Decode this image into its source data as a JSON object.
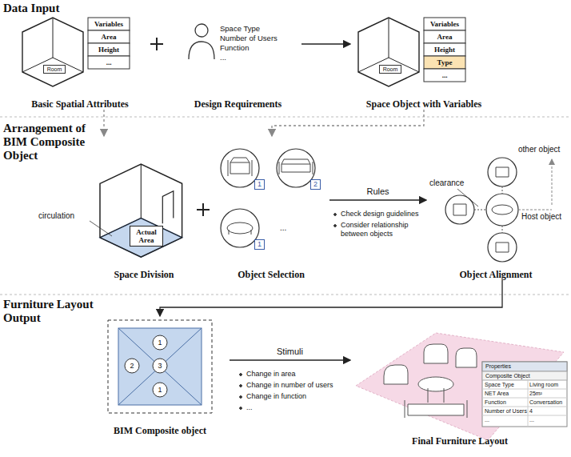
{
  "diagram": {
    "nodes": [
      {
        "text": [
          "Basic Spatial Attributes"
        ]
      },
      {
        "text": [
          "Design Requirements"
        ]
      },
      {
        "text": [
          "Space Object with Variables"
        ]
      },
      {
        "text": [
          "Space Division"
        ]
      },
      {
        "text": [
          "Object Selection"
        ]
      },
      {
        "text": [
          "Object Alignment"
        ]
      },
      {
        "text": [
          "BIM Composite object"
        ]
      },
      {
        "text": [
          "Final Furniture Layout"
        ]
      }
    ],
    "edges": [
      {
        "from": 1,
        "to": 2,
        "arrow": "to"
      },
      {
        "from": 0,
        "to": 3,
        "arrow": "to"
      },
      {
        "from": 2,
        "to": 4,
        "arrow": "to"
      },
      {
        "from": 4,
        "to": 5,
        "label": "Rules",
        "arrow": "to"
      },
      {
        "from": 5,
        "to": 6,
        "arrow": "to"
      },
      {
        "from": 6,
        "to": 7,
        "label": "Stimuli",
        "arrow": "to"
      }
    ],
    "labels": [
      "Data Input",
      "Room",
      "Variables",
      "Area",
      "Height",
      "...",
      "Space Type",
      "Number of Users",
      "Function",
      "...",
      "Room",
      "Variables",
      "Area",
      "Height",
      "Type",
      "...",
      "Arrangement of BIM Composite Object",
      "circulation",
      "Actual Area",
      "1",
      "2",
      "1",
      "...",
      "Check design guidelines",
      "Consider relationship between objects",
      "clearance",
      "other object",
      "Host object",
      "Furniture Layout Output",
      "1",
      "2",
      "3",
      "1",
      "Change in area",
      "Change in number of users",
      "Change in function",
      "...",
      "Properties",
      "Composite Object",
      "Space Type",
      "Living room",
      "NET Area",
      "25m²",
      "Function",
      "Conversation",
      "Number of Users",
      "4",
      "...",
      "..."
    ]
  }
}
